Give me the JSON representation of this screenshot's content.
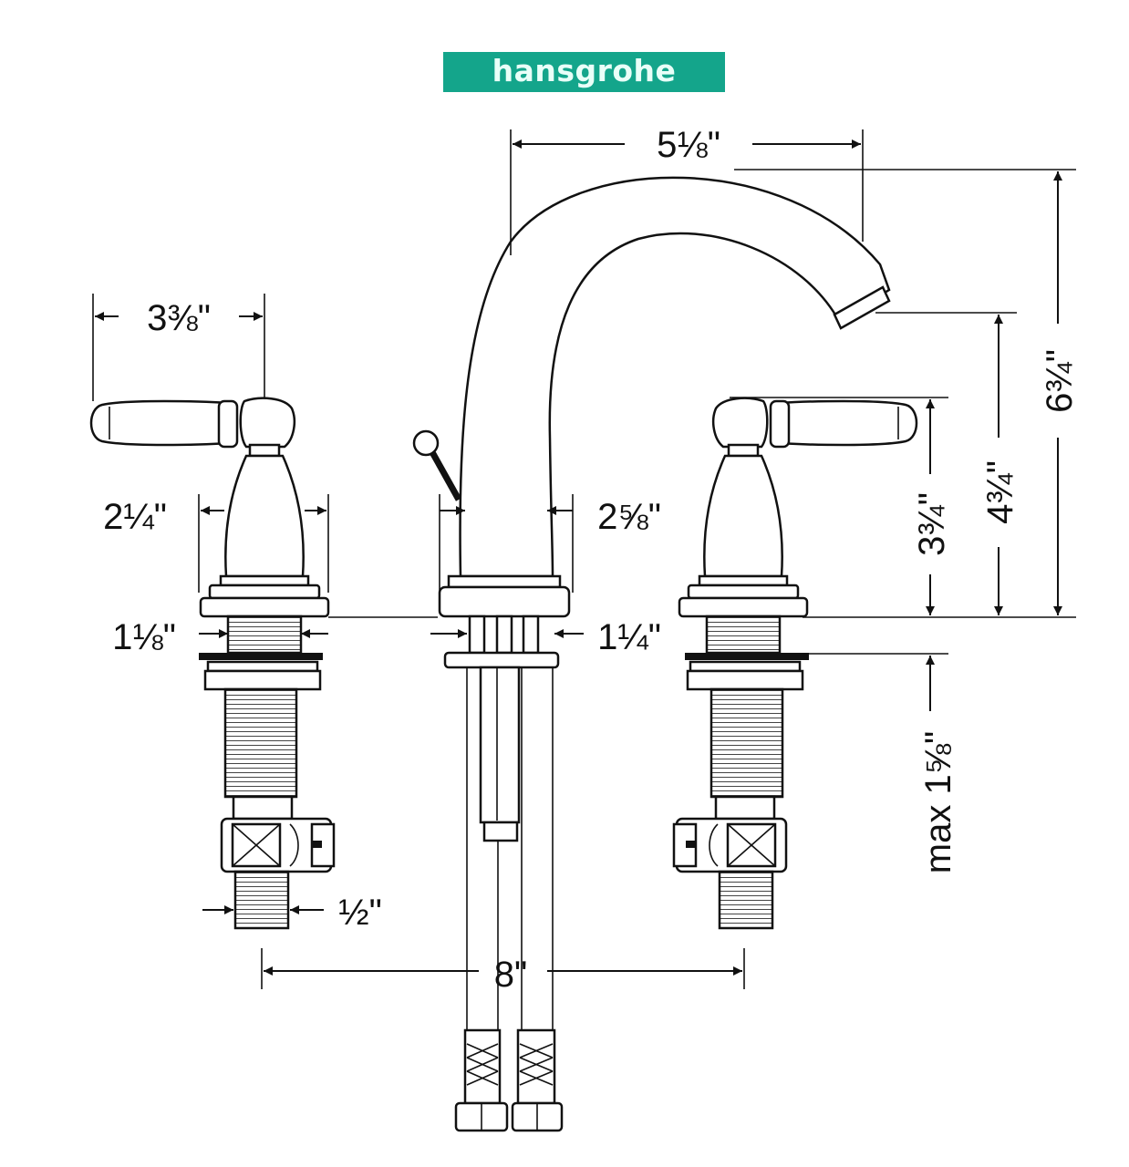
{
  "brand": {
    "name": "hansgrohe",
    "color": "#14a58b"
  },
  "dimensions": {
    "spout_reach": "5⅛\"",
    "total_height": "6¾\"",
    "handle_length": "3⅜\"",
    "spout_outlet_height": "4¾\"",
    "handle_height": "3¾\"",
    "valve_body_width": "2¼\"",
    "spout_base_width": "2⅝\"",
    "valve_hole_diameter": "1⅛\"",
    "spout_hole_diameter": "1¼\"",
    "max_deck_thickness": "max 1⅝\"",
    "connection_size": "½\"",
    "center_spread": "8\""
  }
}
